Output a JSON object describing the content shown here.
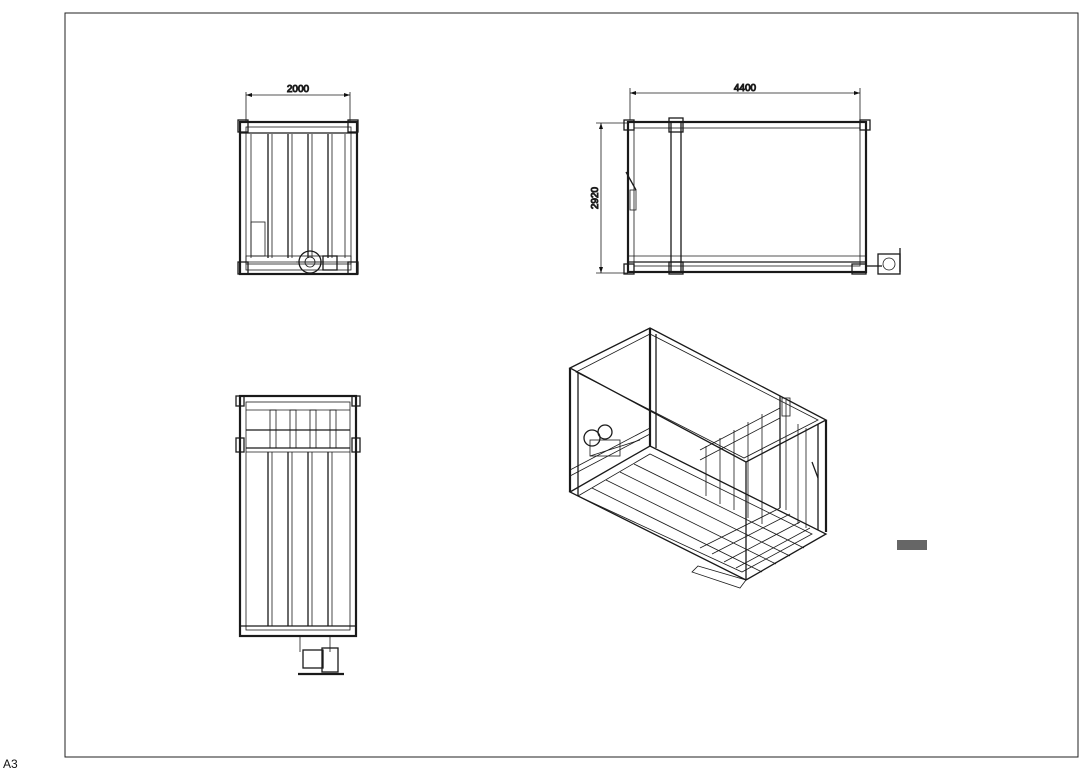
{
  "sheet_size": "A3",
  "dimensions": {
    "front_width": "2000",
    "top_length": "4400",
    "top_height": "2920"
  },
  "views": [
    "front-view",
    "top-view",
    "side-view",
    "isometric-view"
  ]
}
